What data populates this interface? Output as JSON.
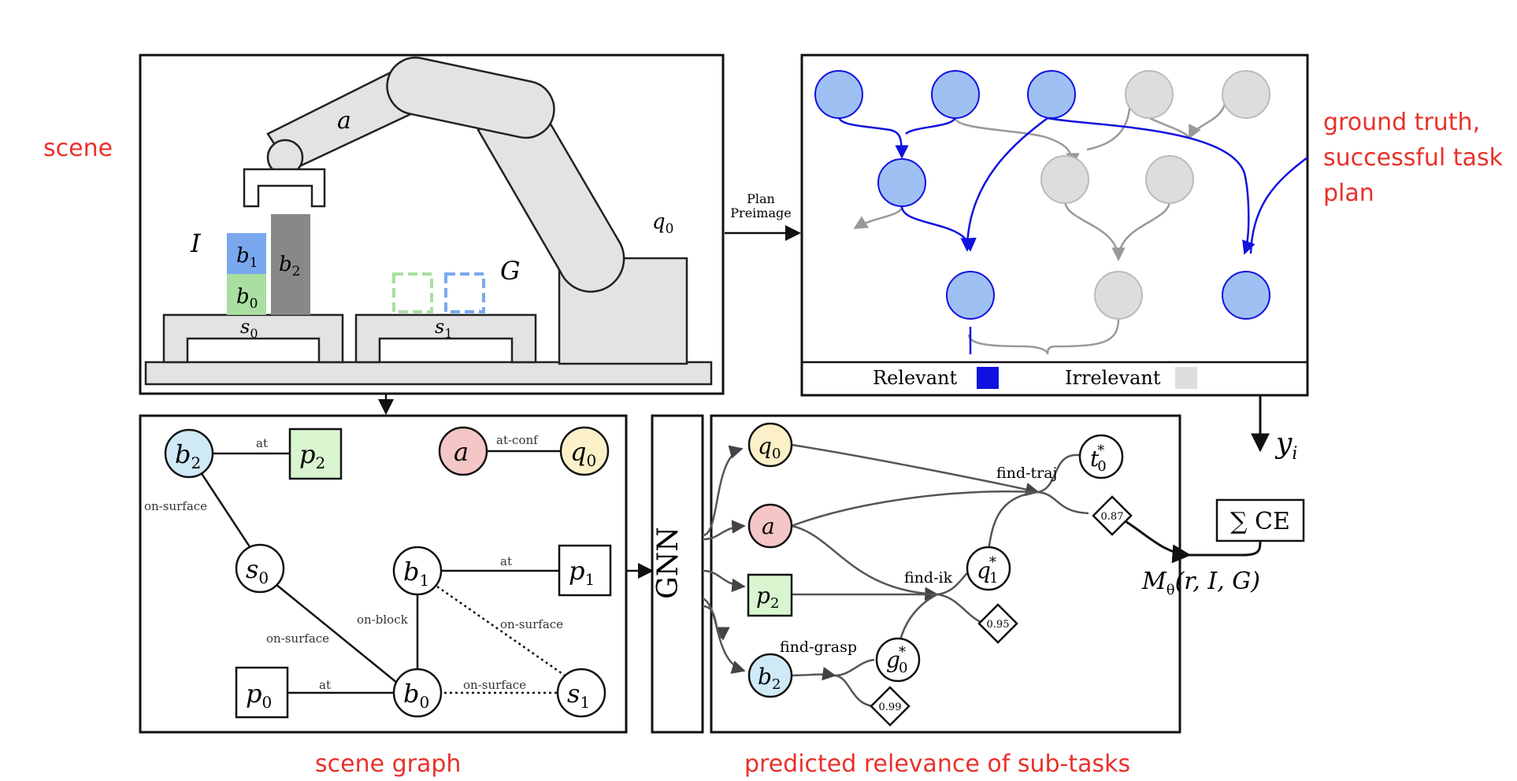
{
  "colors": {
    "red_label": "#e8312a",
    "relevant": "#9ec0f3",
    "relevant_stroke": "#1111e0",
    "irrelevant": "#dddddd",
    "blue_block": "#7aa8ef",
    "green_block": "#a9dfa0",
    "grey_block": "#888888",
    "node_blue": "#cfe9f7",
    "node_red": "#f4c6c6",
    "node_yellow": "#fbf0c8",
    "node_green": "#d9f5cf"
  },
  "labels": {
    "scene": "scene",
    "ground_truth_line1": "ground truth,",
    "ground_truth_line2": "successful task",
    "ground_truth_line3": "plan",
    "scene_graph": "scene graph",
    "predicted": "predicted relevance of sub-tasks"
  },
  "scene": {
    "arm_label": "a",
    "I_label": "I",
    "G_label": "G",
    "b1": "b",
    "b1_sub": "1",
    "b0": "b",
    "b0_sub": "0",
    "b2": "b",
    "b2_sub": "2",
    "s0": "s",
    "s0_sub": "0",
    "s1": "s",
    "s1_sub": "1",
    "q0": "q",
    "q0_sub": "0"
  },
  "arrows": {
    "plan_line1": "Plan",
    "plan_line2": "Preimage",
    "y": "y",
    "y_sub": "i",
    "gnn": "GNN",
    "sum_ce": "∑ CE",
    "model": "M",
    "model_sub": "θ",
    "model_args": "(r, I, G)"
  },
  "plan_tree": {
    "legend_relevant": "Relevant",
    "legend_irrelevant": "Irrelevant"
  },
  "scene_graph": {
    "nodes": {
      "b2": {
        "text": "b",
        "sub": "2"
      },
      "p2": {
        "text": "p",
        "sub": "2"
      },
      "a": {
        "text": "a"
      },
      "q0": {
        "text": "q",
        "sub": "0"
      },
      "s0": {
        "text": "s",
        "sub": "0"
      },
      "b1": {
        "text": "b",
        "sub": "1"
      },
      "p1": {
        "text": "p",
        "sub": "1"
      },
      "p0": {
        "text": "p",
        "sub": "0"
      },
      "b0": {
        "text": "b",
        "sub": "0"
      },
      "s1": {
        "text": "s",
        "sub": "1"
      }
    },
    "edges": {
      "b2_p2": "at",
      "a_q0": "at-conf",
      "b2_s0": "on-surface",
      "b1_p1": "at",
      "b1_b0": "on-block",
      "b1_s1": "on-surface",
      "s0_b0": "on-surface",
      "p0_b0": "at",
      "b0_s1": "on-surface"
    }
  },
  "predicted": {
    "q0": {
      "text": "q",
      "sub": "0"
    },
    "a": {
      "text": "a"
    },
    "p2": {
      "text": "p",
      "sub": "2"
    },
    "b2": {
      "text": "b",
      "sub": "2"
    },
    "t0": {
      "text": "t",
      "sub": "0",
      "sup": "*"
    },
    "q1": {
      "text": "q",
      "sub": "1",
      "sup": "*"
    },
    "g0": {
      "text": "g",
      "sub": "0",
      "sup": "*"
    },
    "find_traj": "find-traj",
    "find_ik": "find-ik",
    "find_grasp": "find-grasp",
    "score_traj": "0.87",
    "score_ik": "0.95",
    "score_grasp": "0.99"
  }
}
